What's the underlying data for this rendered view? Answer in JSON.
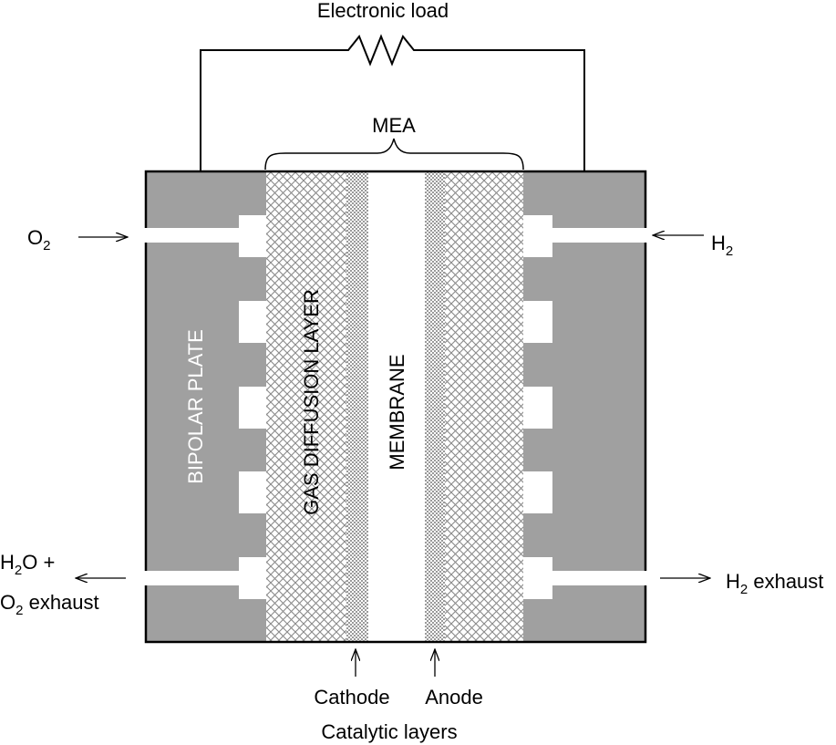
{
  "colors": {
    "plate": "#a0a0a0",
    "outline": "#000000",
    "channel": "#ffffff",
    "hatch": "#8a8a8a",
    "dots": "#7a7a7a",
    "plate_text": "#ffffff",
    "text": "#000000"
  },
  "labels": {
    "electronic_load": "Electronic load",
    "mea": "MEA",
    "o2_in": {
      "main": "O",
      "sub": "2"
    },
    "h2_in": {
      "main": "H",
      "sub": "2"
    },
    "h2o_exhaust_line1": {
      "pre": "H",
      "sub": "2",
      "post": "O +"
    },
    "o2_exhaust_line2": {
      "pre": "O",
      "sub": "2",
      "post": " exhaust"
    },
    "h2_exhaust": {
      "pre": "H",
      "sub": "2",
      "post": " exhaust"
    },
    "bipolar_plate": "BIPOLAR PLATE",
    "gas_diffusion_layer": "GAS DIFFUSION LAYER",
    "membrane": "MEMBRANE",
    "cathode": "Cathode",
    "anode": "Anode",
    "catalytic_layers": "Catalytic layers"
  }
}
